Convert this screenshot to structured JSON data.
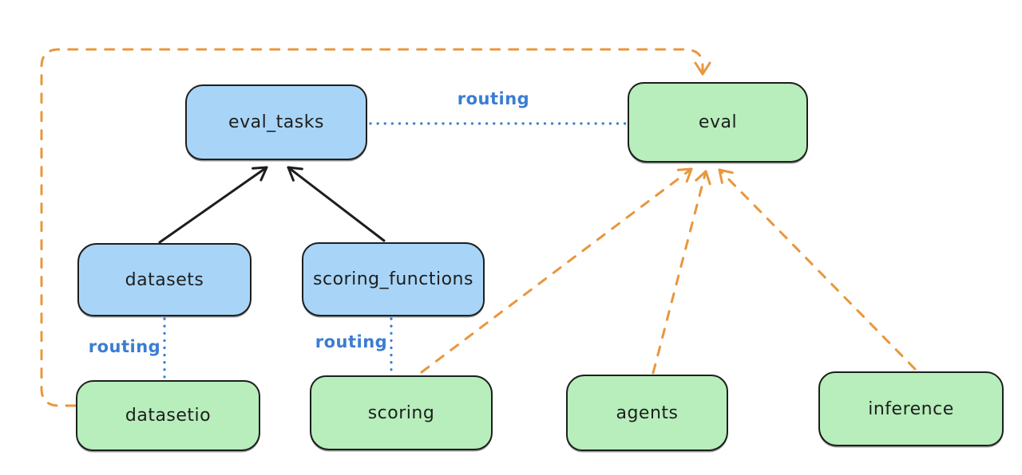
{
  "diagram": {
    "background": "#ffffff",
    "colors": {
      "blue_fill": "#a8d5f7",
      "green_fill": "#b7eebb",
      "node_stroke": "#1e1e1e",
      "black_arrow": "#1e1e1e",
      "orange_arrow": "#e8973d",
      "routing_blue": "#3b7dd1"
    },
    "nodes": [
      {
        "id": "eval_tasks",
        "label": "eval_tasks",
        "fill": "blue"
      },
      {
        "id": "eval",
        "label": "eval",
        "fill": "green"
      },
      {
        "id": "datasets",
        "label": "datasets",
        "fill": "blue"
      },
      {
        "id": "scoring_functions",
        "label": "scoring_functions",
        "fill": "blue"
      },
      {
        "id": "datasetio",
        "label": "datasetio",
        "fill": "green"
      },
      {
        "id": "scoring",
        "label": "scoring",
        "fill": "green"
      },
      {
        "id": "agents",
        "label": "agents",
        "fill": "green"
      },
      {
        "id": "inference",
        "label": "inference",
        "fill": "green"
      }
    ],
    "edges": [
      {
        "from": "datasets",
        "to": "eval_tasks",
        "style": "solid-black-arrow",
        "label": ""
      },
      {
        "from": "scoring_functions",
        "to": "eval_tasks",
        "style": "solid-black-arrow",
        "label": ""
      },
      {
        "from": "eval_tasks",
        "to": "eval",
        "style": "dotted-blue",
        "label": "routing"
      },
      {
        "from": "datasets",
        "to": "datasetio",
        "style": "dotted-blue",
        "label": "routing"
      },
      {
        "from": "scoring_functions",
        "to": "scoring",
        "style": "dotted-blue",
        "label": "routing"
      },
      {
        "from": "datasetio",
        "to": "eval",
        "style": "dashed-orange-arrow",
        "label": ""
      },
      {
        "from": "scoring",
        "to": "eval",
        "style": "dashed-orange-arrow",
        "label": ""
      },
      {
        "from": "agents",
        "to": "eval",
        "style": "dashed-orange-arrow",
        "label": ""
      },
      {
        "from": "inference",
        "to": "eval",
        "style": "dashed-orange-arrow",
        "label": ""
      }
    ]
  }
}
